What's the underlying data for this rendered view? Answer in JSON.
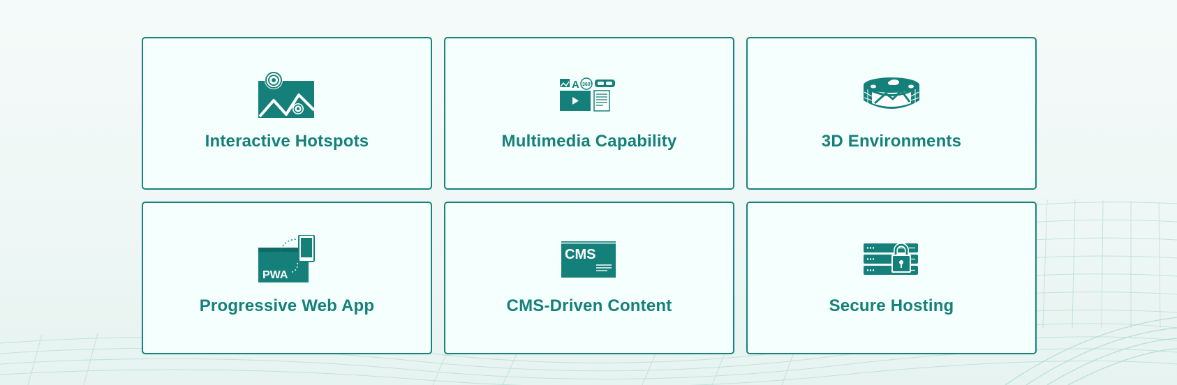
{
  "colors": {
    "accent": "#15807a",
    "card_border": "#16837c",
    "card_background": "#f5fffd",
    "page_background": "#eef7f5"
  },
  "features": [
    {
      "title": "Interactive Hotspots",
      "icon": "image-hotspot-icon"
    },
    {
      "title": "Multimedia Capability",
      "icon": "multimedia-icon"
    },
    {
      "title": "3D Environments",
      "icon": "panorama-3d-icon"
    },
    {
      "title": "Progressive Web App",
      "icon": "pwa-icon",
      "icon_text": "PWA"
    },
    {
      "title": "CMS-Driven Content",
      "icon": "cms-icon",
      "icon_text": "CMS"
    },
    {
      "title": "Secure Hosting",
      "icon": "server-lock-icon"
    }
  ]
}
